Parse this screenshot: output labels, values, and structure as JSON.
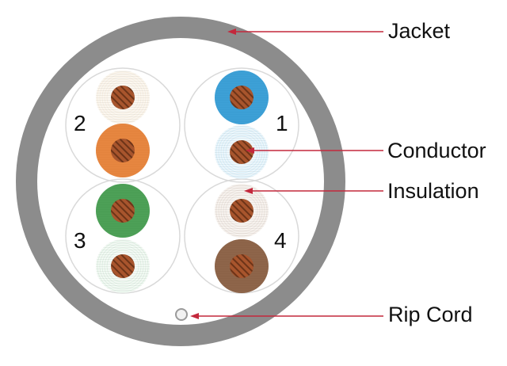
{
  "labels": {
    "jacket": "Jacket",
    "conductor": "Conductor",
    "insulation": "Insulation",
    "rip_cord": "Rip Cord"
  },
  "pairs": [
    {
      "number": "1",
      "solid_color": "#1b8fcf",
      "stripe_base": "#d3ecf7",
      "stripe_color": "#6fc3ea"
    },
    {
      "number": "2",
      "solid_color": "#e2711e",
      "stripe_base": "#f6ecd9",
      "stripe_color": "#e8c89b"
    },
    {
      "number": "3",
      "solid_color": "#2e8f3a",
      "stripe_base": "#e3f2e6",
      "stripe_color": "#8fd0a0"
    },
    {
      "number": "4",
      "solid_color": "#7a4a2a",
      "stripe_base": "#ece1d8",
      "stripe_color": "#bfa38d"
    }
  ],
  "colors": {
    "jacket": "#8c8c8c",
    "jacket_edge": "#7a7a7a",
    "conductor": "#a8552d",
    "conductor_stripe": "#6d3418",
    "pointer": "#c3283c",
    "pair_outline": "#d9d9d9"
  }
}
